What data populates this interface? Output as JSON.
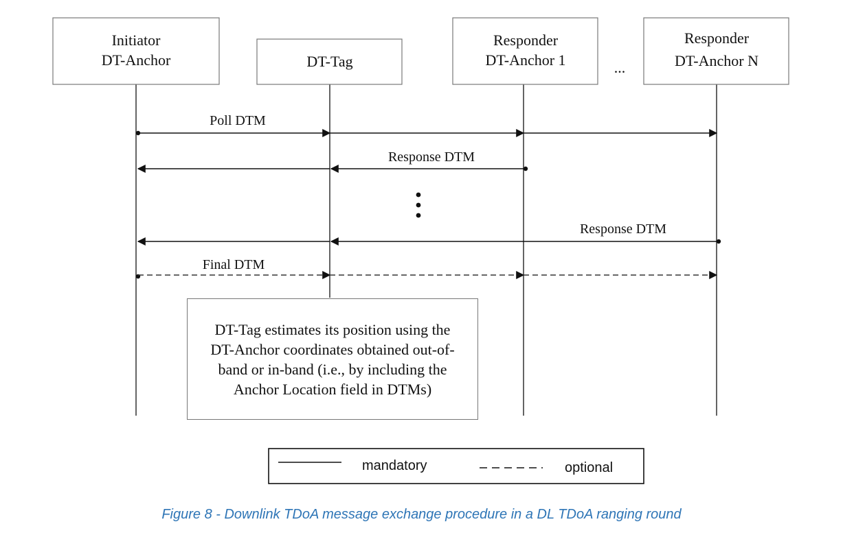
{
  "participants": [
    {
      "id": "initiator",
      "line1": "Initiator",
      "line2": "DT-Anchor"
    },
    {
      "id": "tag",
      "line1": "",
      "line2": "DT-Tag"
    },
    {
      "id": "responder1",
      "line1": "Responder",
      "line2": "DT-Anchor 1"
    },
    {
      "id": "responderN",
      "line1": "Responder",
      "line2": "DT-Anchor N"
    }
  ],
  "ellipsis_between_responders": "...",
  "messages": [
    {
      "id": "poll",
      "label": "Poll DTM",
      "style": "mandatory",
      "from": "initiator",
      "to": [
        "tag",
        "responder1",
        "responderN"
      ]
    },
    {
      "id": "response1",
      "label": "Response DTM",
      "style": "mandatory",
      "from": "responder1",
      "to": [
        "tag",
        "initiator"
      ]
    },
    {
      "id": "responseN",
      "label": "Response DTM",
      "style": "mandatory",
      "from": "responderN",
      "to": [
        "tag",
        "initiator"
      ]
    },
    {
      "id": "final",
      "label": "Final DTM",
      "style": "optional",
      "from": "initiator",
      "to": [
        "tag",
        "responder1",
        "responderN"
      ]
    }
  ],
  "vertical_ellipsis": "⋮",
  "note": {
    "lines": [
      "DT-Tag estimates its position using the",
      "DT-Anchor coordinates obtained out-of-",
      "band or in-band (i.e., by including the",
      "Anchor Location field in DTMs)"
    ]
  },
  "legend": {
    "mandatory_label": "mandatory",
    "optional_label": "optional"
  },
  "caption": "Figure 8 - Downlink TDoA message exchange procedure in a DL TDoA ranging round",
  "colors": {
    "line": "#111111",
    "box_border": "#777777",
    "caption": "#2e75b6"
  }
}
